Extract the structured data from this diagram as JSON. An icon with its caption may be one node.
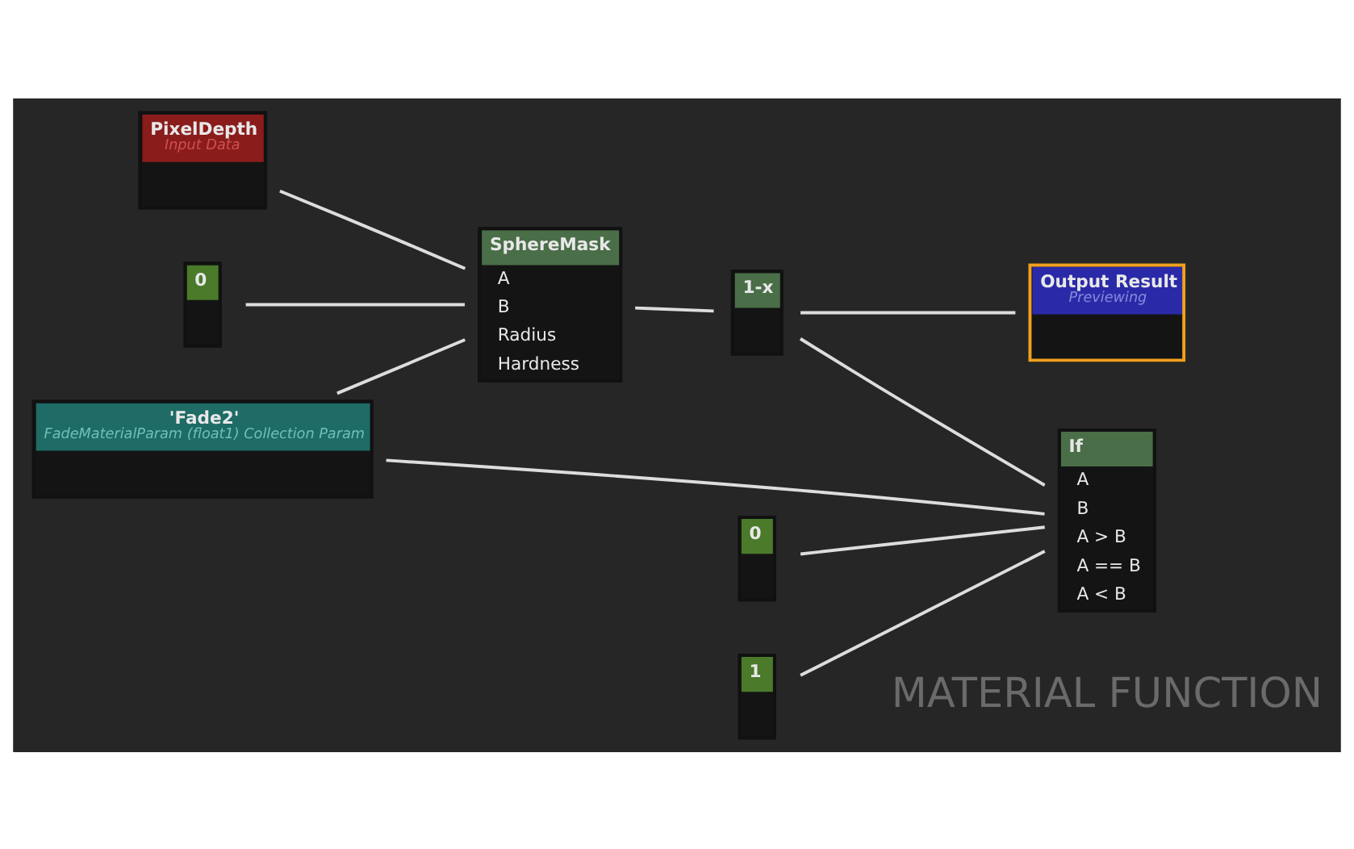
{
  "diagram": {
    "nodes": [
      {
        "text": [
          "PixelDepth",
          "Input Data"
        ]
      },
      {
        "text": [
          "0"
        ]
      },
      {
        "text": [
          "SphereMask",
          "A",
          "B",
          "Radius",
          "Hardness"
        ]
      },
      {
        "text": [
          "1-x"
        ]
      },
      {
        "text": [
          "Output Result",
          "Previewing"
        ]
      },
      {
        "text": [
          "'Fade2'",
          "FadeMaterialParam (float1) Collection Param"
        ]
      },
      {
        "text": [
          "If",
          "A",
          "B",
          "A > B",
          "A == B",
          "A < B"
        ]
      },
      {
        "text": [
          "0"
        ]
      },
      {
        "text": [
          "1"
        ]
      }
    ],
    "edges": [
      {
        "from": 0,
        "to": 2,
        "arrow": "none"
      },
      {
        "from": 1,
        "to": 2,
        "arrow": "none"
      },
      {
        "from": 5,
        "to": 2,
        "arrow": "none"
      },
      {
        "from": 2,
        "to": 3,
        "arrow": "none"
      },
      {
        "from": 3,
        "to": 4,
        "arrow": "none"
      },
      {
        "from": 5,
        "to": 6,
        "arrow": "none"
      },
      {
        "from": 3,
        "to": 6,
        "arrow": "none"
      },
      {
        "from": 7,
        "to": 6,
        "arrow": "none"
      },
      {
        "from": 8,
        "to": 6,
        "arrow": "none"
      }
    ],
    "labels": [
      "MATERIAL FUNCTION"
    ]
  }
}
